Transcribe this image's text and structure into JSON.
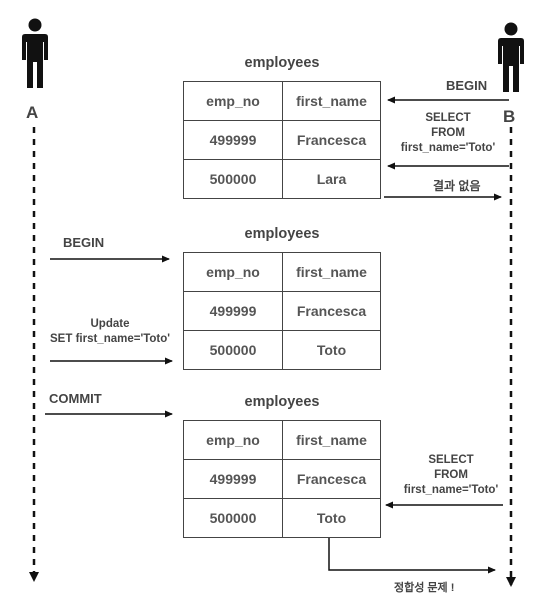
{
  "actors": {
    "a_label": "A",
    "b_label": "B"
  },
  "tables": [
    {
      "title": "employees",
      "headers": [
        "emp_no",
        "first_name"
      ],
      "rows": [
        [
          "499999",
          "Francesca"
        ],
        [
          "500000",
          "Lara"
        ]
      ]
    },
    {
      "title": "employees",
      "headers": [
        "emp_no",
        "first_name"
      ],
      "rows": [
        [
          "499999",
          "Francesca"
        ],
        [
          "500000",
          "Toto"
        ]
      ]
    },
    {
      "title": "employees",
      "headers": [
        "emp_no",
        "first_name"
      ],
      "rows": [
        [
          "499999",
          "Francesca"
        ],
        [
          "500000",
          "Toto"
        ]
      ]
    }
  ],
  "labels": {
    "b_begin": "BEGIN",
    "b_select1": [
      "SELECT",
      "FROM",
      "first_name='Toto'"
    ],
    "b_result1": "결과 없음",
    "a_begin": "BEGIN",
    "a_update": [
      "Update",
      "SET first_name='Toto'"
    ],
    "a_commit": "COMMIT",
    "b_select2": [
      "SELECT",
      "FROM",
      "first_name='Toto'"
    ],
    "consistency_problem": "정합성 문제 !"
  },
  "colors": {
    "stroke": "#111111",
    "text": "#444444"
  }
}
